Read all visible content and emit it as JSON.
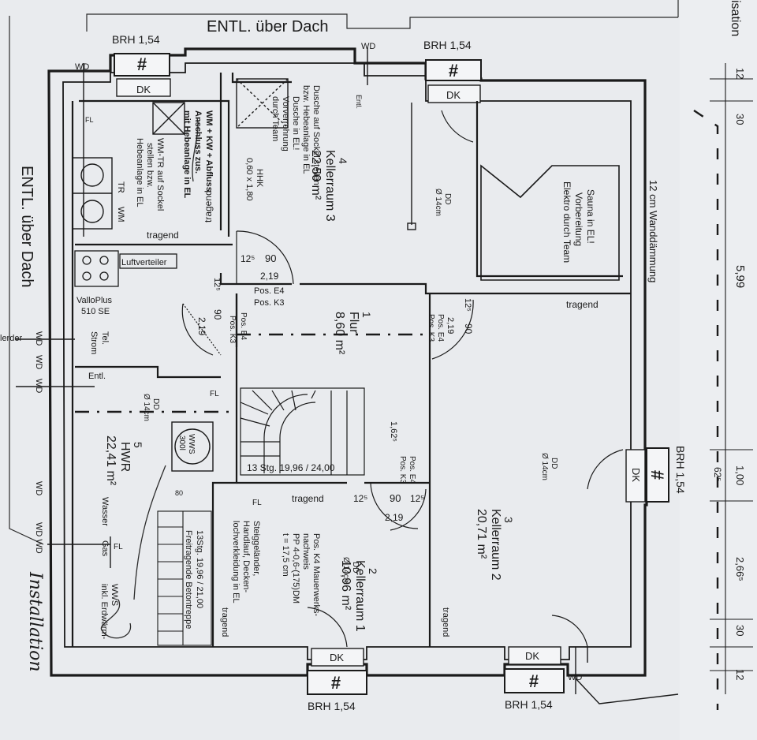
{
  "plan": {
    "header_roof_top": "ENTL. über Dach",
    "header_roof_left": "ENTL. über Dach",
    "right_edge_label": "isation",
    "window_sill_label": "BRH 1,54",
    "dk_label": "DK",
    "wd_label": "WD",
    "wd_wd_label": "WD WD",
    "tragend_label": "tragend",
    "entl_label": "Entl.",
    "entl_short_label": "Entl.",
    "fl_label": "FL",
    "dd_label": "DD",
    "dd_size_label": "Ø 14cm",
    "pos_k3_label": "Pos. K3",
    "pos_e4_label": "Pos. E4",
    "lerder_label": "lerder",
    "wall_insulation": "12 cm Wanddämmung",
    "rooms": [
      {
        "id": "kellerraum3",
        "number": "4",
        "name": "Kellerraum 3",
        "area": "22,50 m²"
      },
      {
        "id": "flur",
        "number": "1",
        "name": "Flur",
        "area": "8,60 m²"
      },
      {
        "id": "hwr",
        "number": "5",
        "name": "HWR",
        "area": "22,41 m²"
      },
      {
        "id": "kellerraum2",
        "number": "3",
        "name": "Kellerraum 2",
        "area": "20,71 m²"
      },
      {
        "id": "kellerraum1",
        "number": "2",
        "name": "Kellerraum 1",
        "area": "10,96 m²"
      }
    ],
    "notes": {
      "shower": [
        "Dusche auf Sockel stellen",
        "bzw. Hebeanlage in EL",
        "Dusche in EL!",
        "Vorverrohrung",
        "durch Team"
      ],
      "hhk": [
        "HHK",
        "0,60 x 1,80"
      ],
      "wm_kw": [
        "WM + KW + Abfluss",
        "Anschluss zus.",
        "mit Hebeanlage in EL"
      ],
      "wm_tr": [
        "WM-TR auf Sockel",
        "stellen bzw.",
        "Hebeanlage in EL"
      ],
      "tr": "TR",
      "wm": "WM",
      "sauna": [
        "Sauna in EL!",
        "Vorbereitung",
        "Elektro durch Team"
      ],
      "luftverteiler": "Luftverteiler",
      "valloplus": [
        "ValloPlus",
        "510 SE"
      ],
      "tel_strom": [
        "Tel.",
        "Strom"
      ],
      "wws": [
        "WWS",
        "300l"
      ],
      "wasser": "Wasser",
      "gas": "Gas",
      "stairs_main": "13 Stg. 19,96 / 24,00",
      "stairs_side": [
        "13Stg. 19,96 / 21,00",
        "Freitragende Betontreppe"
      ],
      "stair_rail": [
        "Steiggeländer,",
        "Handlauf, Decken-",
        "lochverkleidung in EL"
      ],
      "pos_k4": [
        "Pos. K4 Mauerwerks-",
        "nachweis",
        "PP 4-0,6-(175)DM",
        "t = 17,5 cm"
      ],
      "hand_installation": "Installation",
      "hand_bottom_left": [
        "WWS",
        "inkl. Erdwärm-"
      ],
      "b0": "80"
    },
    "door_dims": {
      "d1_w": "90",
      "d1_h": "2,19",
      "d1_t": "12⁵",
      "d2_w": "90",
      "d2_h": "2,19",
      "d2_t": "12⁵",
      "d3_w": "90",
      "d3_h": "2,19",
      "d3_t": "12⁵",
      "d4_w": "90",
      "d4_h": "2,19",
      "d4_t1": "12⁵",
      "d4_t2": "12⁵",
      "stair_len": "1,62⁵"
    },
    "side_dims": [
      "12",
      "30",
      "5,99",
      "1,00",
      "62⁵",
      "2,66⁵",
      "30",
      "12"
    ]
  }
}
